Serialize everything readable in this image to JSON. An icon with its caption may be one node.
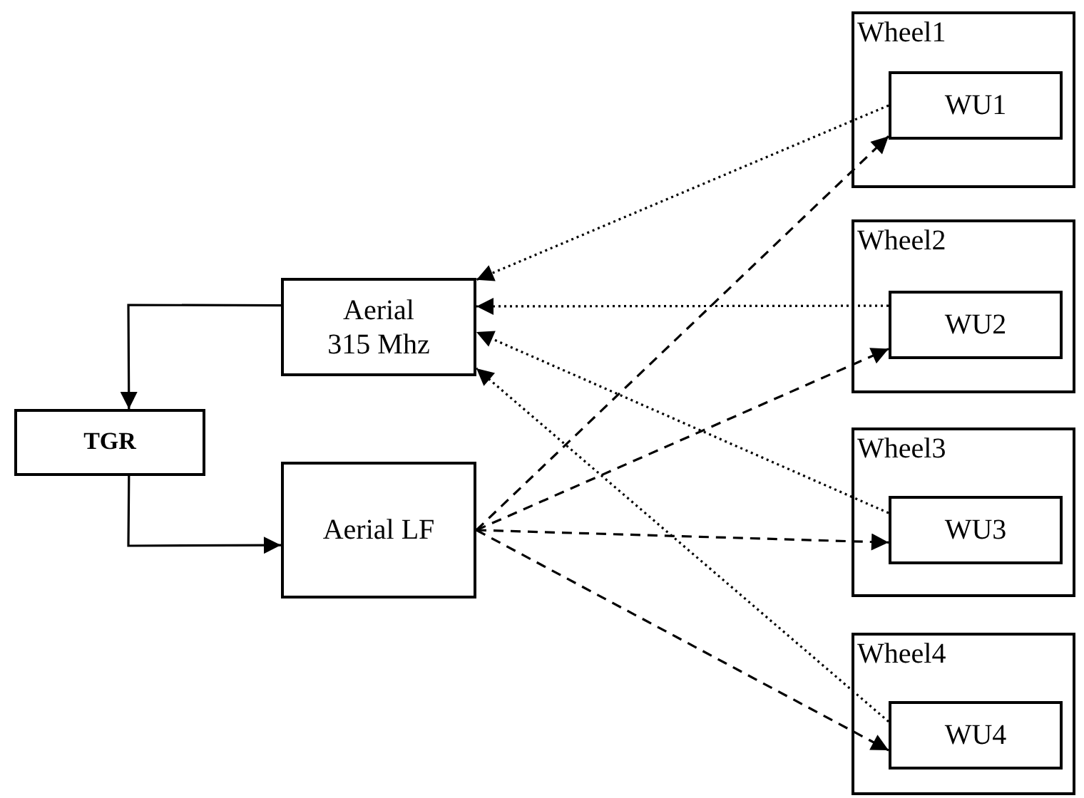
{
  "diagram": {
    "nodes": [
      {
        "text": [
          "Aerial 315 Mhz"
        ]
      },
      {
        "text": [
          "TGR"
        ]
      },
      {
        "text": [
          "Aerial LF"
        ]
      },
      {
        "text": [
          "Wheel1"
        ]
      },
      {
        "text": [
          "WU1"
        ],
        "in": 3
      },
      {
        "text": [
          "Wheel2"
        ]
      },
      {
        "text": [
          "WU2"
        ],
        "in": 5
      },
      {
        "text": [
          "Wheel3"
        ]
      },
      {
        "text": [
          "WU3"
        ],
        "in": 7
      },
      {
        "text": [
          "Wheel4"
        ]
      },
      {
        "text": [
          "WU4"
        ],
        "in": 9
      }
    ],
    "edges": [
      {
        "from": 0,
        "to": 1,
        "arrow": "to"
      },
      {
        "from": 1,
        "to": 2,
        "arrow": "to"
      },
      {
        "from": 4,
        "to": 0,
        "arrow": "to",
        "style": "dashed"
      },
      {
        "from": 6,
        "to": 0,
        "arrow": "to",
        "style": "dashed"
      },
      {
        "from": 8,
        "to": 0,
        "arrow": "to",
        "style": "dashed"
      },
      {
        "from": 10,
        "to": 0,
        "arrow": "to",
        "style": "dashed"
      },
      {
        "from": 2,
        "to": 4,
        "arrow": "to",
        "style": "dashed"
      },
      {
        "from": 2,
        "to": 6,
        "arrow": "to",
        "style": "dashed"
      },
      {
        "from": 2,
        "to": 8,
        "arrow": "to",
        "style": "dashed"
      },
      {
        "from": 2,
        "to": 10,
        "arrow": "to",
        "style": "dashed"
      }
    ]
  }
}
